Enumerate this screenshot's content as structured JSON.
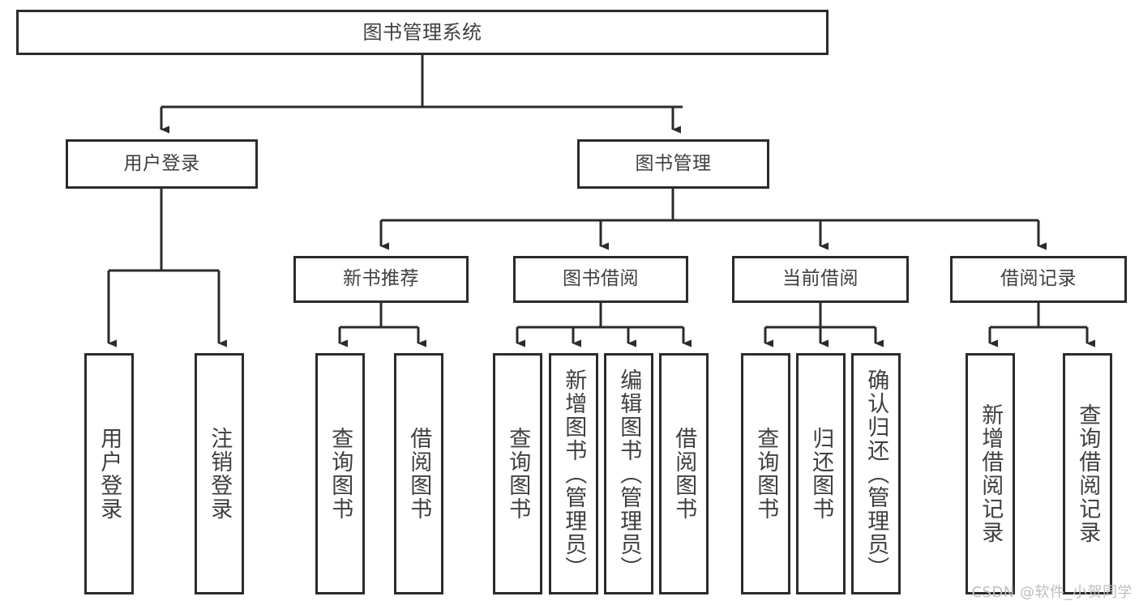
{
  "diagram": {
    "title": "图书管理系统",
    "type": "tree",
    "watermark": "CSDN @软件_小贺同学",
    "colors": {
      "box_border": "#2b2b2b",
      "box_fill": "#ffffff",
      "connector": "#2b2b2b",
      "text": "#3f3f3f",
      "watermark": "#bdbdbd",
      "background": "#ffffff"
    },
    "levels": {
      "root": "图书管理系统",
      "level2": [
        "用户登录",
        "图书管理"
      ],
      "level3": [
        "新书推荐",
        "图书借阅",
        "当前借阅",
        "借阅记录"
      ]
    }
  },
  "nodes": {
    "root": {
      "label": "图书管理系统"
    },
    "user_login": {
      "label": "用户登录"
    },
    "book_manage": {
      "label": "图书管理"
    },
    "new_book_rec": {
      "label": "新书推荐"
    },
    "book_borrow": {
      "label": "图书借阅"
    },
    "current_borrow": {
      "label": "当前借阅"
    },
    "borrow_record": {
      "label": "借阅记录"
    },
    "leaf_user_login": {
      "label": "用户登录"
    },
    "leaf_logout": {
      "label": "注销登录"
    },
    "leaf_query_book_1": {
      "label": "查询图书"
    },
    "leaf_borrow_book_1": {
      "label": "借阅图书"
    },
    "leaf_query_book_2": {
      "label": "查询图书"
    },
    "leaf_add_book": {
      "label": "新增图书（管理员）"
    },
    "leaf_edit_book": {
      "label": "编辑图书（管理员）"
    },
    "leaf_borrow_book_2": {
      "label": "借阅图书"
    },
    "leaf_query_book_3": {
      "label": "查询图书"
    },
    "leaf_return_book": {
      "label": "归还图书"
    },
    "leaf_confirm_return": {
      "label": "确认归还（管理员）"
    },
    "leaf_add_record": {
      "label": "新增借阅记录"
    },
    "leaf_query_record": {
      "label": "查询借阅记录"
    }
  }
}
